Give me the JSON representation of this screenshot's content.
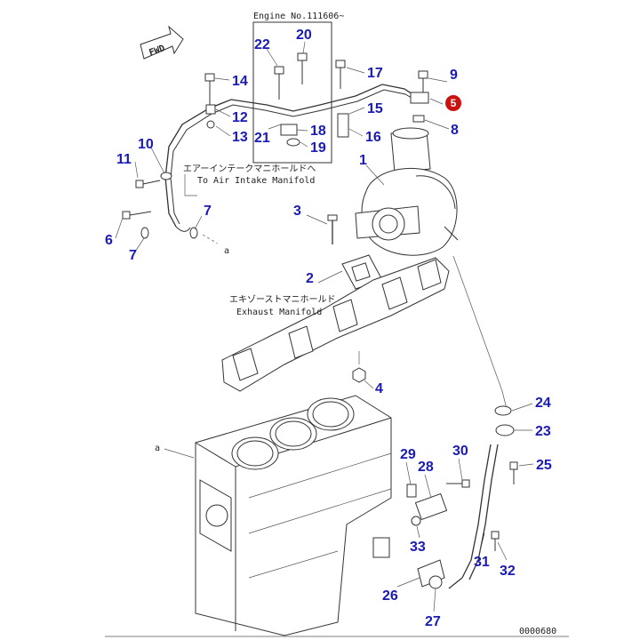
{
  "header": {
    "serial_note": "Engine No.111606~"
  },
  "notes": {
    "air_intake_jp": "エアーインテークマニホールドへ",
    "air_intake_en": "To Air Intake Manifold",
    "exhaust_jp": "エキゾーストマニホールド",
    "exhaust_en": "Exhaust Manifold",
    "arrow_a1": "a",
    "arrow_a2": "a",
    "fwd": "FWD",
    "drawing_no": "0000680"
  },
  "callouts": {
    "c1": "1",
    "c2": "2",
    "c3": "3",
    "c4": "4",
    "c5": "5",
    "c6": "6",
    "c7a": "7",
    "c7b": "7",
    "c8": "8",
    "c9": "9",
    "c10": "10",
    "c11": "11",
    "c12": "12",
    "c13": "13",
    "c14": "14",
    "c15": "15",
    "c16": "16",
    "c17": "17",
    "c18": "18",
    "c19": "19",
    "c20": "20",
    "c21": "21",
    "c22": "22",
    "c23": "23",
    "c24": "24",
    "c25": "25",
    "c26": "26",
    "c27": "27",
    "c28": "28",
    "c29": "29",
    "c30": "30",
    "c31": "31",
    "c32": "32",
    "c33": "33"
  },
  "colors": {
    "callout_text": "#1a1ab4",
    "highlight_marker": "#cc1111",
    "line_art": "#333333"
  }
}
